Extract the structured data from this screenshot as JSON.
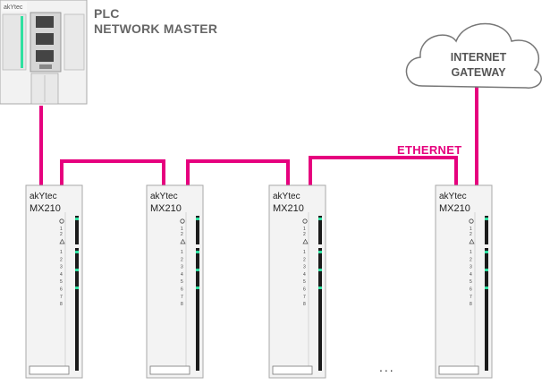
{
  "plc": {
    "title_line1": "PLC",
    "title_line2": "NETWORK MASTER",
    "brand": "akYtec"
  },
  "cloud": {
    "line1": "INTERNET",
    "line2": "GATEWAY"
  },
  "ethernet_label": "ETHERNET",
  "ellipsis": "...",
  "modules": [
    {
      "brand": "akYtec",
      "model": "MX210"
    },
    {
      "brand": "akYtec",
      "model": "MX210"
    },
    {
      "brand": "akYtec",
      "model": "MX210"
    },
    {
      "brand": "akYtec",
      "model": "MX210"
    }
  ],
  "module_leds": [
    "1",
    "2",
    "3",
    "4",
    "5",
    "6",
    "7",
    "8"
  ],
  "colors": {
    "cable": "#e6007e",
    "device_body": "#f2f2f2",
    "outline": "#a8a8a8",
    "led_green": "#2fe0a0"
  }
}
